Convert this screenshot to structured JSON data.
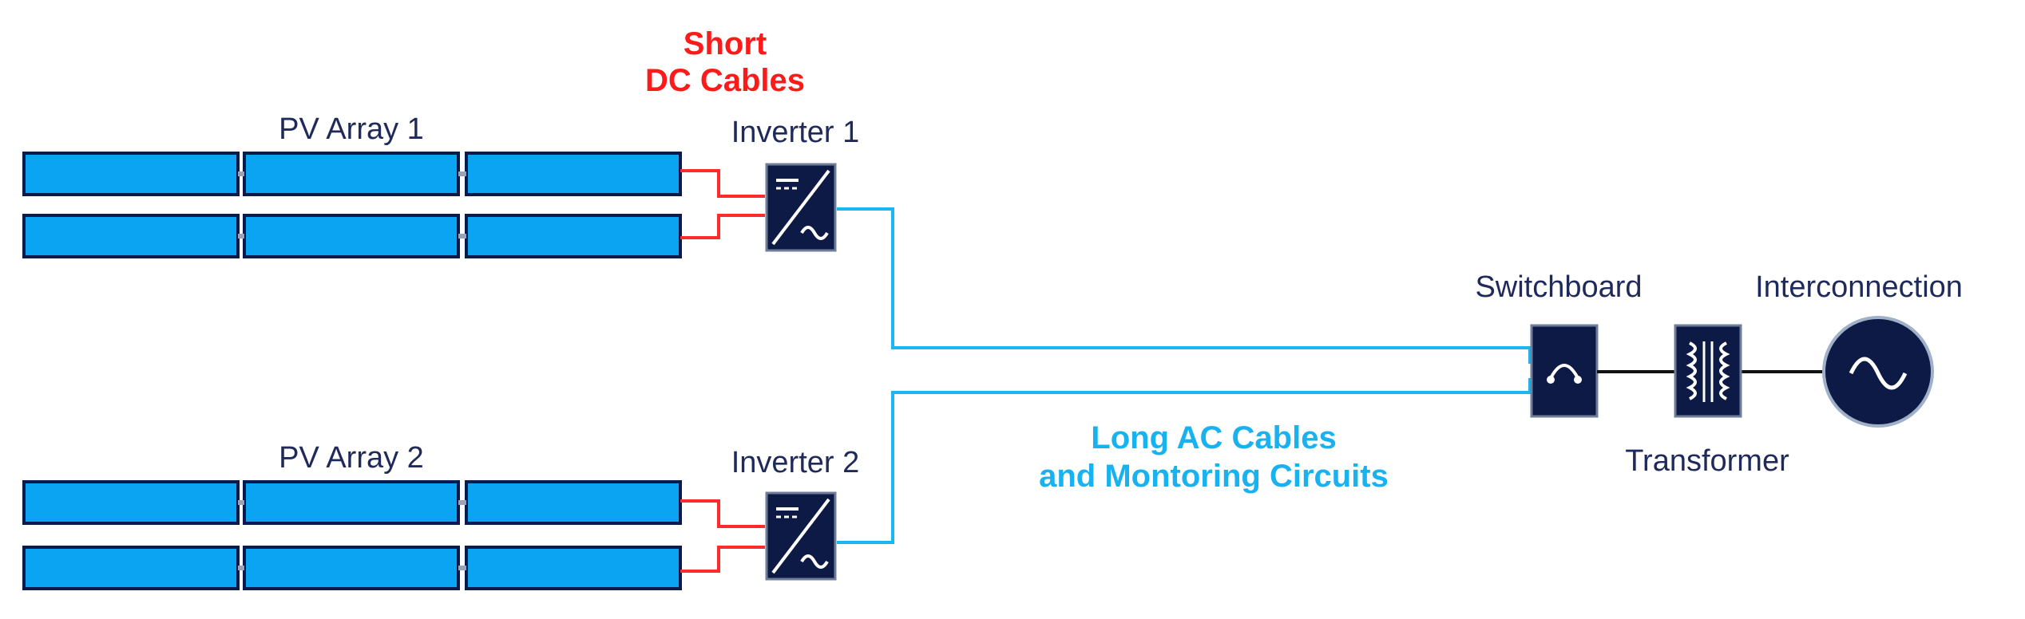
{
  "labels": {
    "dc_line1": "Short",
    "dc_line2": "DC Cables",
    "pv_array_1": "PV Array 1",
    "pv_array_2": "PV Array 2",
    "inverter_1": "Inverter 1",
    "inverter_2": "Inverter 2",
    "ac_line1": "Long AC Cables",
    "ac_line2": "and Montoring Circuits",
    "switchboard": "Switchboard",
    "transformer": "Transformer",
    "interconnection": "Interconnection"
  },
  "colors": {
    "panel_fill": "#0aa4f2",
    "panel_border": "#0a1a4a",
    "dc_cable": "#ff2a2a",
    "ac_cable": "#19b6f2",
    "device_fill": "#0d1a45",
    "label_text": "#1f2a5a"
  },
  "icons": {
    "inverter": "inverter-icon",
    "switchboard": "switchboard-icon",
    "transformer": "transformer-icon",
    "interconnection": "ac-sine-icon"
  }
}
